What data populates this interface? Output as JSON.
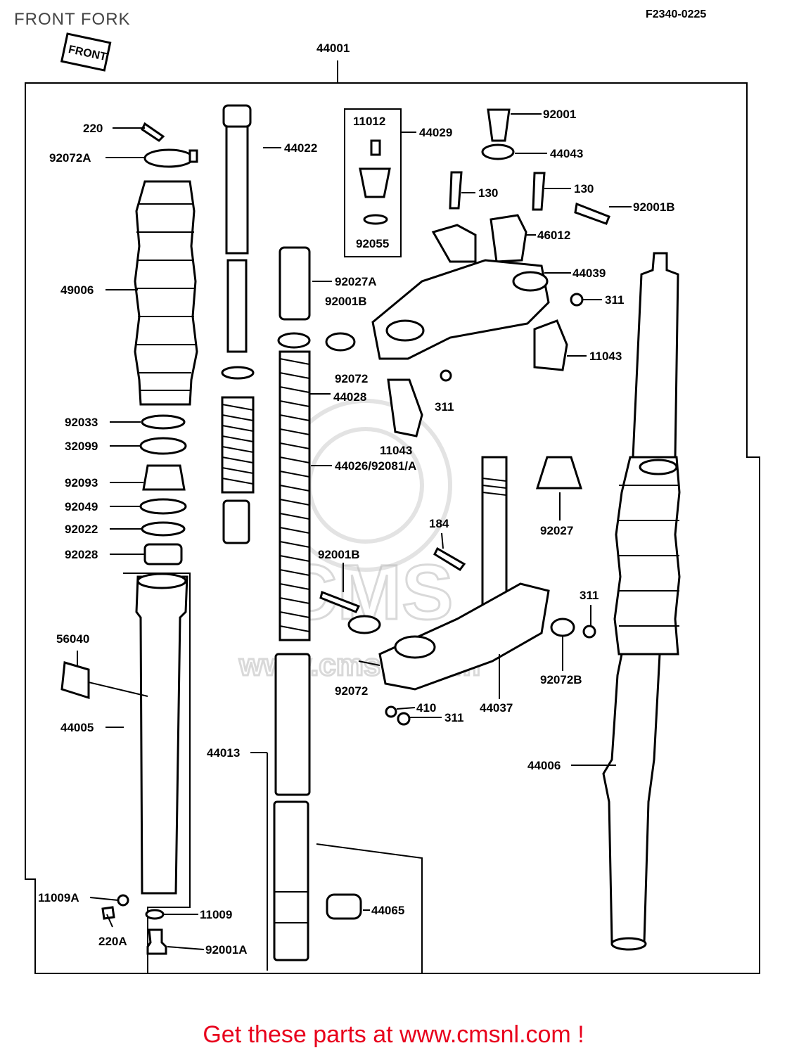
{
  "header": {
    "title": "FRONT FORK",
    "diagram_code": "F2340-0225",
    "front_badge": "FRONT"
  },
  "labels": {
    "p44001": "44001",
    "p220": "220",
    "p92072A": "92072A",
    "p49006": "49006",
    "p92033": "92033",
    "p32099": "32099",
    "p92093": "92093",
    "p92049": "92049",
    "p92022": "92022",
    "p92028": "92028",
    "p56040": "56040",
    "p44005": "44005",
    "p11009A": "11009A",
    "p220A": "220A",
    "p11009": "11009",
    "p92001A": "92001A",
    "p44022": "44022",
    "p44013": "44013",
    "p11012": "11012",
    "p44029": "44029",
    "p92055": "92055",
    "p92027A": "92027A",
    "p92001B_a": "92001B",
    "p92072_a": "92072",
    "p44028": "44028",
    "p44026": "44026/92081/A",
    "p92001": "92001",
    "p44043": "44043",
    "p130_a": "130",
    "p130_b": "130",
    "p92001B_b": "92001B",
    "p46012": "46012",
    "p44039": "44039",
    "p311_a": "311",
    "p11043_a": "11043",
    "p311_b": "311",
    "p11043_b": "11043",
    "p92027": "92027",
    "p184": "184",
    "p92001B_c": "92001B",
    "p311_c": "311",
    "p92072B": "92072B",
    "p92072_b": "92072",
    "p44037": "44037",
    "p410": "410",
    "p311_d": "311",
    "p44006": "44006",
    "p44065": "44065"
  },
  "watermark": {
    "text": "CMS",
    "url": "www.cmsnl.com"
  },
  "footer": {
    "text": "Get these parts at www.cmsnl.com !"
  },
  "colors": {
    "footer": "#e8001c",
    "line": "#000000"
  }
}
